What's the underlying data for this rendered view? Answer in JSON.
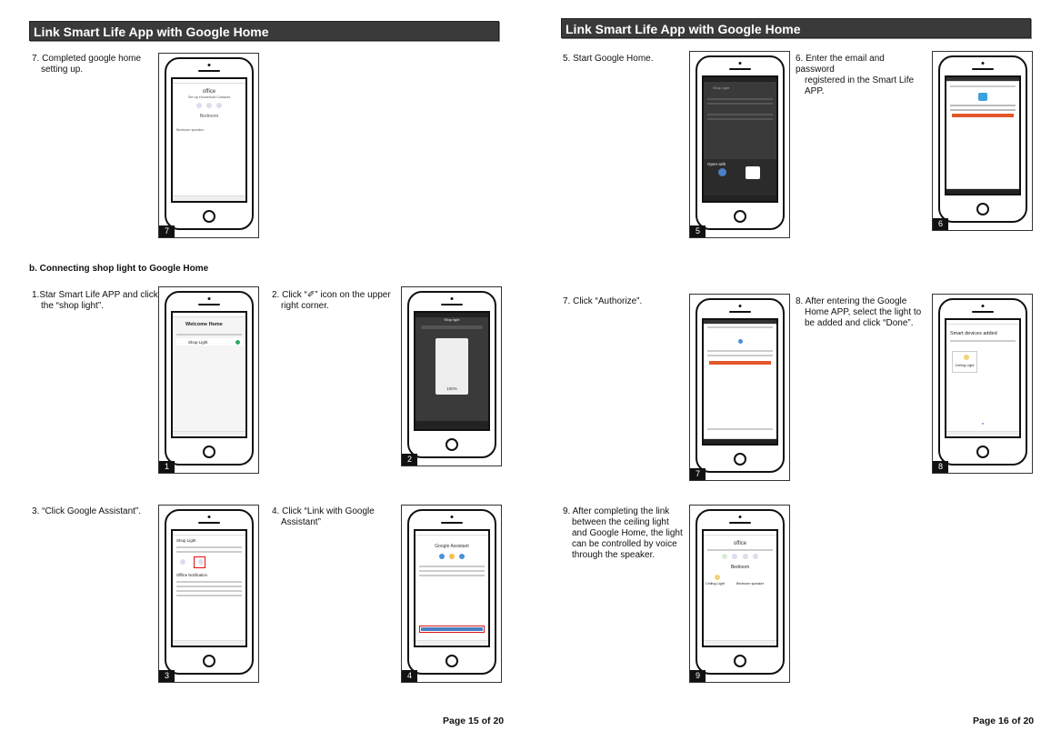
{
  "left": {
    "header": "Link Smart Life App with Google Home",
    "section_b": "b. Connecting shop light to Google Home",
    "page_num": "Page 15 of 20",
    "steps": [
      {
        "id": "7",
        "lines": [
          "7. Completed google home",
          "setting up."
        ]
      },
      {
        "id": "1",
        "lines": [
          "1.Star Smart Life APP and click",
          "the “shop light”."
        ]
      },
      {
        "id": "2",
        "lines": [
          "2. Click “✐” icon on the upper",
          "right corner."
        ]
      },
      {
        "id": "3",
        "lines": [
          "3. “Click Google Assistant”."
        ]
      },
      {
        "id": "4",
        "lines": [
          "4. Click “Link with Google",
          "Assistant”"
        ]
      }
    ],
    "screens": {
      "s7": {
        "title": "office",
        "subtitle": "Set up Household Contacts",
        "room": "Bedroom",
        "device": "Bedroom speaker"
      },
      "s1": {
        "title": "Welcome Home",
        "device": "Shop Light"
      },
      "s2": {
        "title": "Shop light",
        "value": "100%"
      },
      "s3": {
        "title": "Shop Light",
        "item": "Offline Notification"
      },
      "s4": {
        "title": "Google Assistant"
      }
    }
  },
  "right": {
    "header": "Link Smart Life App with Google Home",
    "page_num": "Page 16 of 20",
    "steps": [
      {
        "id": "5",
        "lines": [
          "5. Start Google Home."
        ]
      },
      {
        "id": "6",
        "lines": [
          "6. Enter the email and password",
          "registered in the Smart Life",
          "APP."
        ]
      },
      {
        "id": "7",
        "lines": [
          "7. Click “Authorize”."
        ]
      },
      {
        "id": "8",
        "lines": [
          "8. After entering the Google",
          "Home APP, select the light to",
          "be added and click “Done”."
        ]
      },
      {
        "id": "9",
        "lines": [
          "9. After completing the link",
          "between the ceiling light",
          "and Google Home, the light",
          "can be controlled by voice",
          "through the speaker."
        ]
      }
    ],
    "screens": {
      "s5": {
        "title": "Shop Light",
        "open_with": "Open with"
      },
      "s8": {
        "title": "Smart devices added",
        "device": "Ceiling Light"
      },
      "s9": {
        "title": "office",
        "room": "Bedroom",
        "device1": "Ceiling Light",
        "device2": "Bedroom speaker"
      }
    }
  },
  "badges": [
    "7",
    "1",
    "2",
    "3",
    "4",
    "5",
    "6",
    "7",
    "8",
    "9"
  ]
}
